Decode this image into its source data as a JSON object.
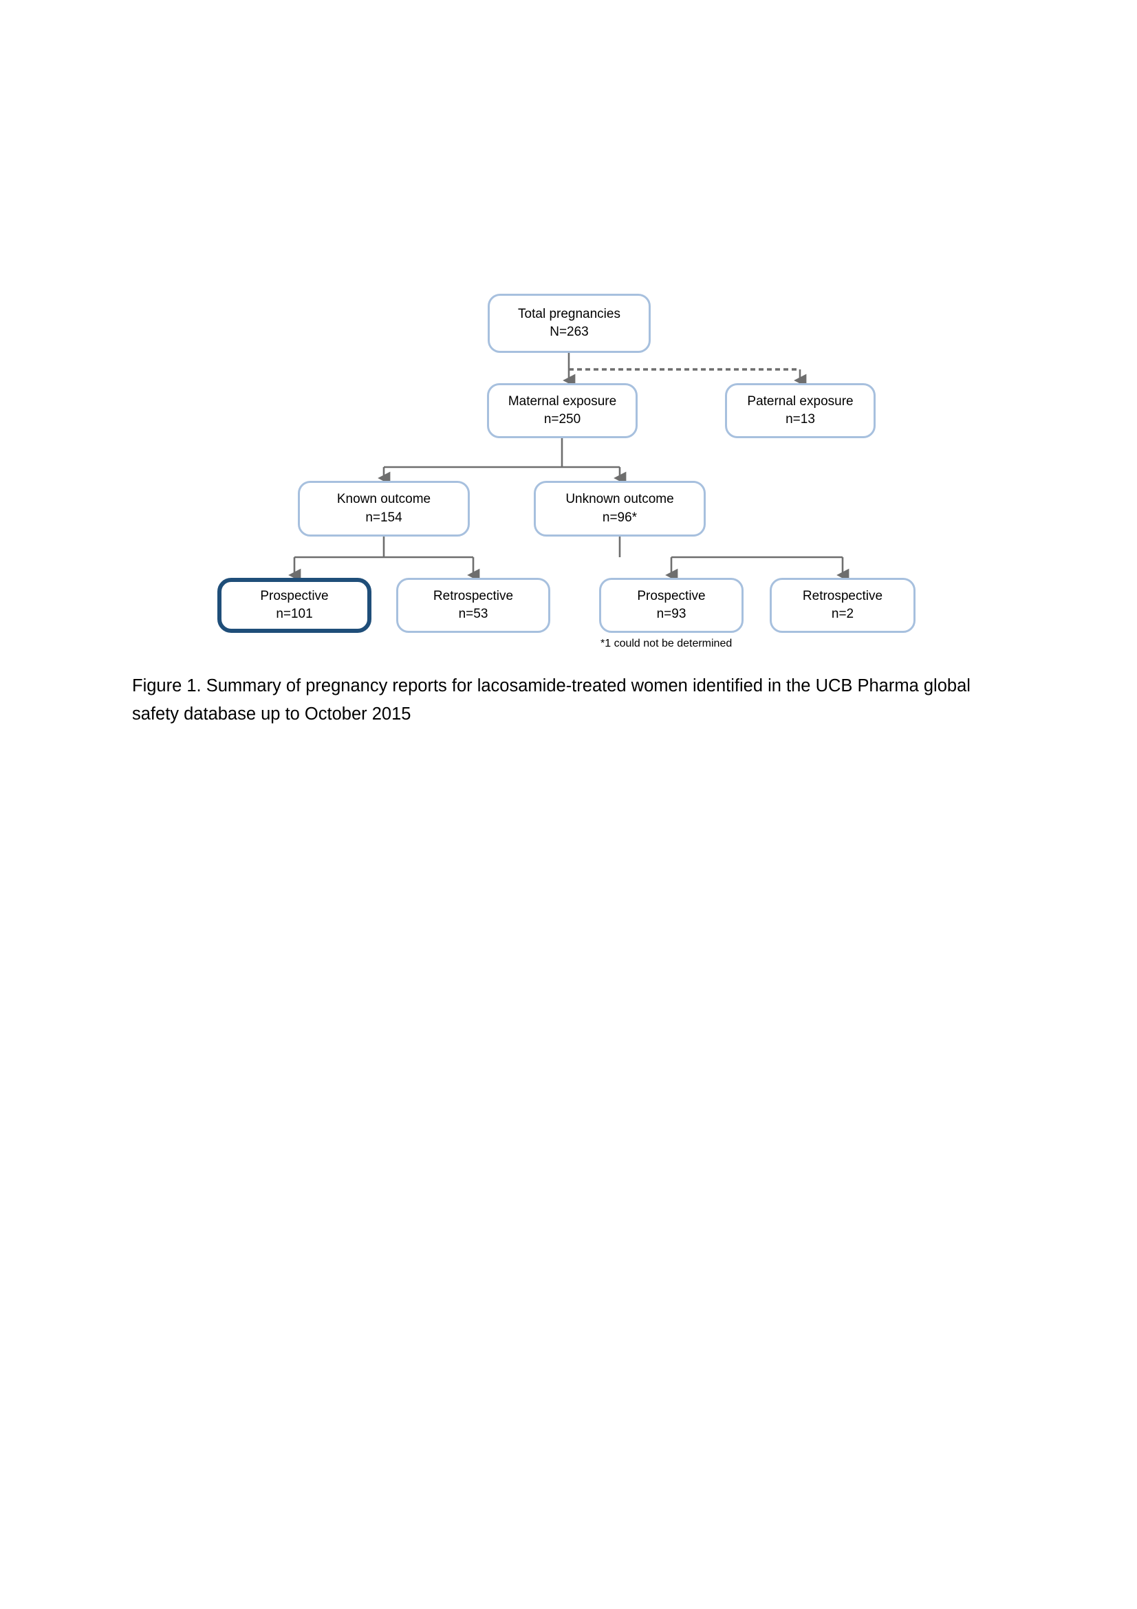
{
  "figure": {
    "caption": "Figure 1. Summary of pregnancy reports for lacosamide-treated women identified in the UCB Pharma global safety database up to October 2015",
    "footnote": "*1 could not be determined"
  },
  "colors": {
    "box_border": "#A7C0DE",
    "box_border_highlight": "#1F4E79",
    "connector": "#6E6E6E",
    "background": "#FFFFFF",
    "text": "#000000"
  },
  "chart_data": {
    "type": "diagram",
    "title": "Summary of pregnancy reports for lacosamide-treated women",
    "nodes": [
      {
        "id": "total",
        "label": "Total pregnancies",
        "count": "N=263",
        "value": 263,
        "level": 1,
        "highlight": false
      },
      {
        "id": "maternal",
        "label": "Maternal exposure",
        "count": "n=250",
        "value": 250,
        "level": 2,
        "highlight": false
      },
      {
        "id": "paternal",
        "label": "Paternal exposure",
        "count": "n=13",
        "value": 13,
        "level": 2,
        "highlight": false
      },
      {
        "id": "known",
        "label": "Known outcome",
        "count": "n=154",
        "value": 154,
        "level": 3,
        "highlight": false
      },
      {
        "id": "unknown",
        "label": "Unknown outcome",
        "count": "n=96*",
        "value": 96,
        "level": 3,
        "highlight": false
      },
      {
        "id": "prosp_known",
        "label": "Prospective",
        "count": "n=101",
        "value": 101,
        "level": 4,
        "highlight": true
      },
      {
        "id": "retro_known",
        "label": "Retrospective",
        "count": "n=53",
        "value": 53,
        "level": 4,
        "highlight": false
      },
      {
        "id": "prosp_unknown",
        "label": "Prospective",
        "count": "n=93",
        "value": 93,
        "level": 4,
        "highlight": false
      },
      {
        "id": "retro_unknown",
        "label": "Retrospective",
        "count": "n=2",
        "value": 2,
        "level": 4,
        "highlight": false
      }
    ],
    "edges": [
      {
        "from": "total",
        "to": "maternal",
        "style": "solid"
      },
      {
        "from": "total",
        "to": "paternal",
        "style": "dashed"
      },
      {
        "from": "maternal",
        "to": "known",
        "style": "solid"
      },
      {
        "from": "maternal",
        "to": "unknown",
        "style": "solid"
      },
      {
        "from": "known",
        "to": "prosp_known",
        "style": "solid"
      },
      {
        "from": "known",
        "to": "retro_known",
        "style": "solid"
      },
      {
        "from": "unknown",
        "to": "prosp_unknown",
        "style": "solid"
      },
      {
        "from": "unknown",
        "to": "retro_unknown",
        "style": "solid"
      }
    ]
  }
}
